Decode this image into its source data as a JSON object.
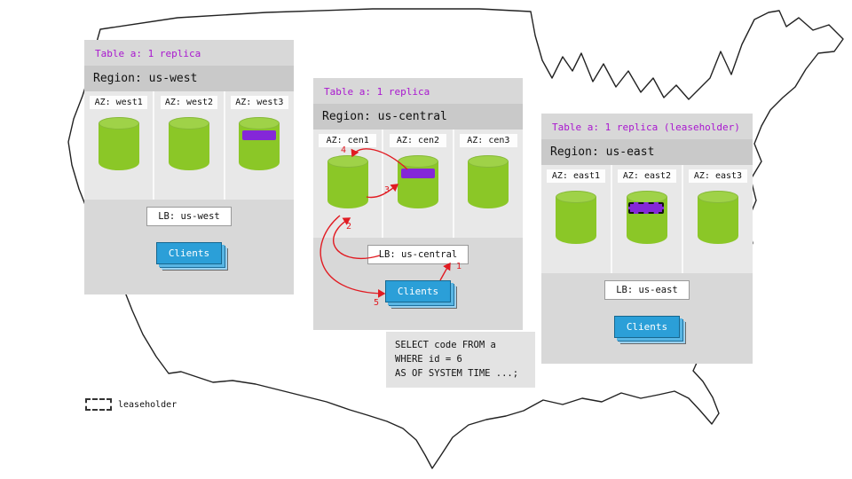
{
  "regions": [
    {
      "table_label": "Table a: 1 replica",
      "region_label": "Region: us-west",
      "azs": [
        "AZ: west1",
        "AZ: west2",
        "AZ: west3"
      ],
      "lb_label": "LB: us-west",
      "clients_label": "Clients",
      "replica_az": "west3",
      "replica_style": "solid"
    },
    {
      "table_label": "Table a: 1 replica",
      "region_label": "Region: us-central",
      "azs": [
        "AZ: cen1",
        "AZ: cen2",
        "AZ: cen3"
      ],
      "lb_label": "LB: us-central",
      "clients_label": "Clients",
      "replica_az": "cen2",
      "replica_style": "solid"
    },
    {
      "table_label": "Table a: 1 replica (leaseholder)",
      "region_label": "Region: us-east",
      "azs": [
        "AZ: east1",
        "AZ: east2",
        "AZ: east3"
      ],
      "lb_label": "LB: us-east",
      "clients_label": "Clients",
      "replica_az": "east2",
      "replica_style": "dashed-leaseholder"
    }
  ],
  "flow_labels": [
    "1",
    "2",
    "3",
    "4",
    "5"
  ],
  "sql": {
    "lines": [
      "SELECT code FROM a",
      "WHERE id = 6",
      "AS OF SYSTEM TIME ...;"
    ]
  },
  "legend": {
    "label": "leaseholder"
  },
  "colors": {
    "cylinder_green": "#8bc727",
    "replica_purple": "#8427d8",
    "table_label_purple": "#a917cf",
    "clients_blue": "#2b9fd8",
    "arrow_red": "#e11b22",
    "panel_gray": "#d8d8d8"
  }
}
